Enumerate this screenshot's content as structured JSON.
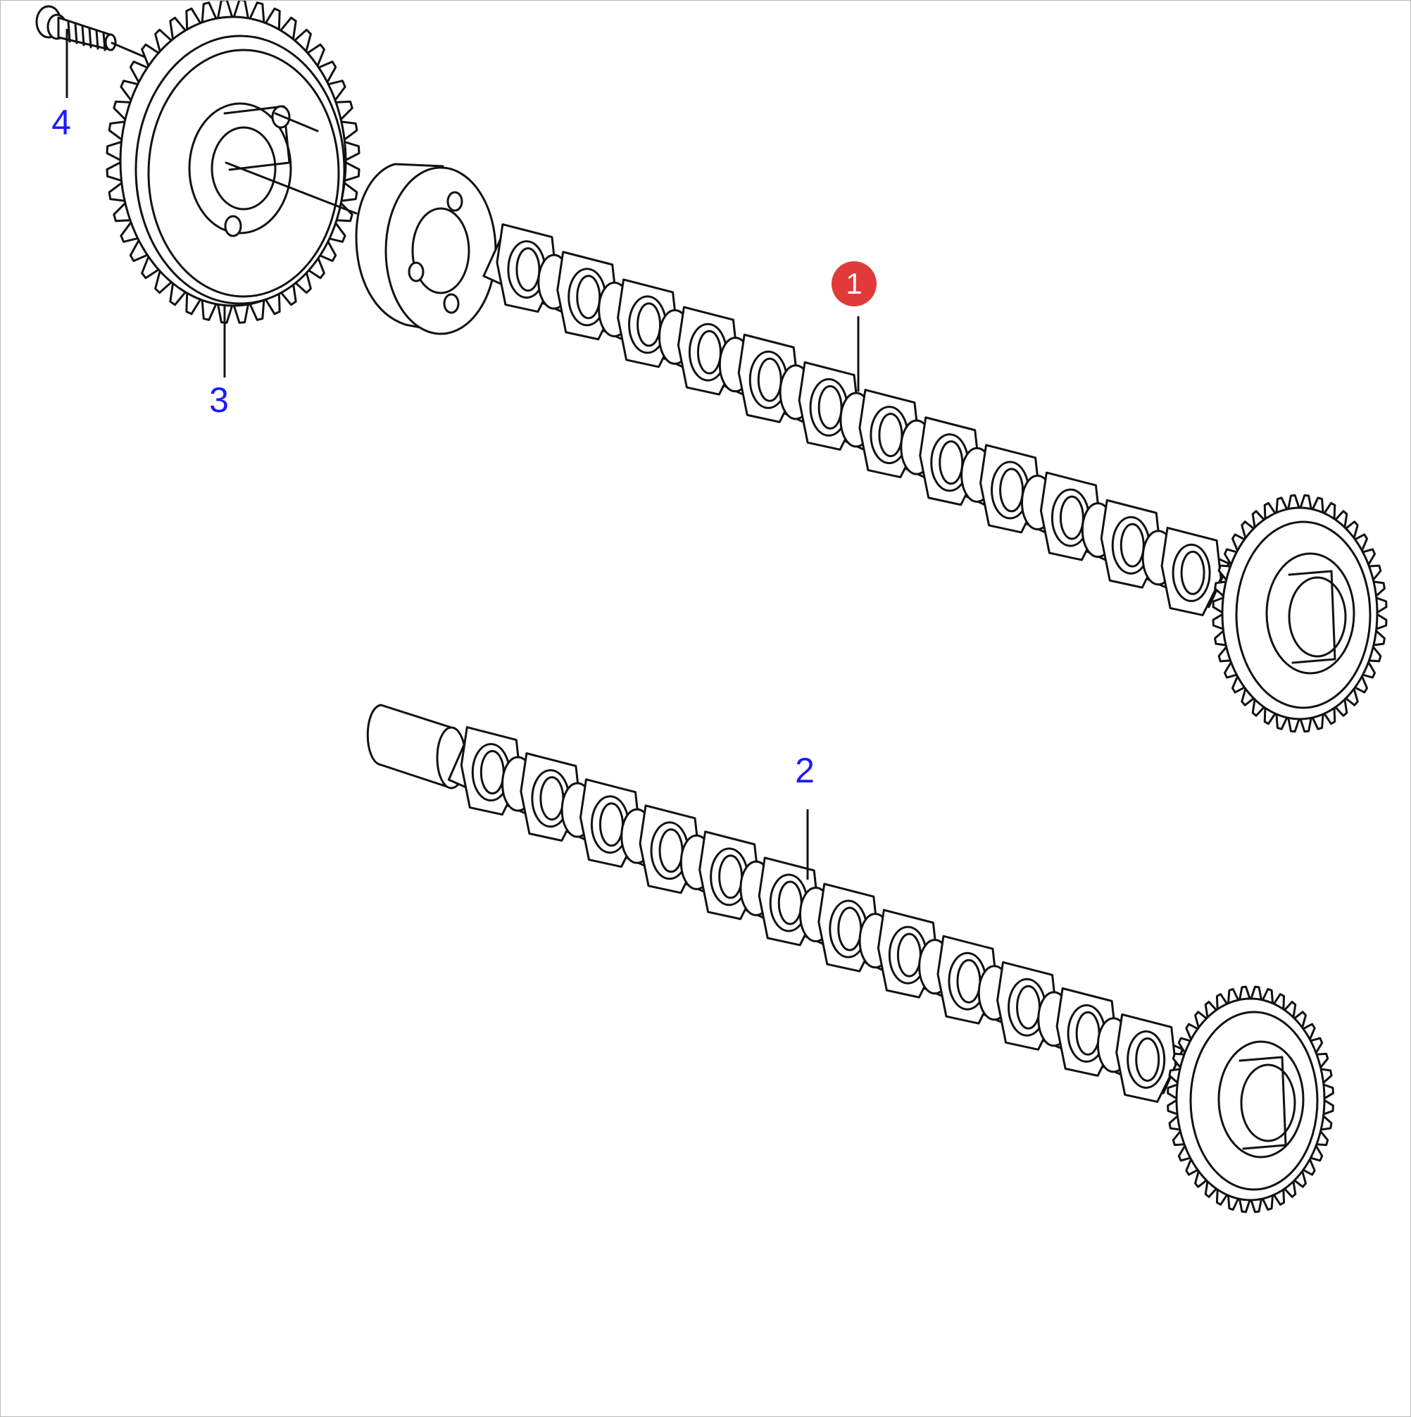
{
  "callouts": {
    "part_1": "1",
    "part_2": "2",
    "part_3": "3",
    "part_4": "4"
  },
  "colors": {
    "callout_text": "#1a1aff",
    "active_badge": "#e03a3a",
    "line_art": "#111111"
  },
  "icons": {
    "active_marker": "numbered-red-circle-badge"
  }
}
